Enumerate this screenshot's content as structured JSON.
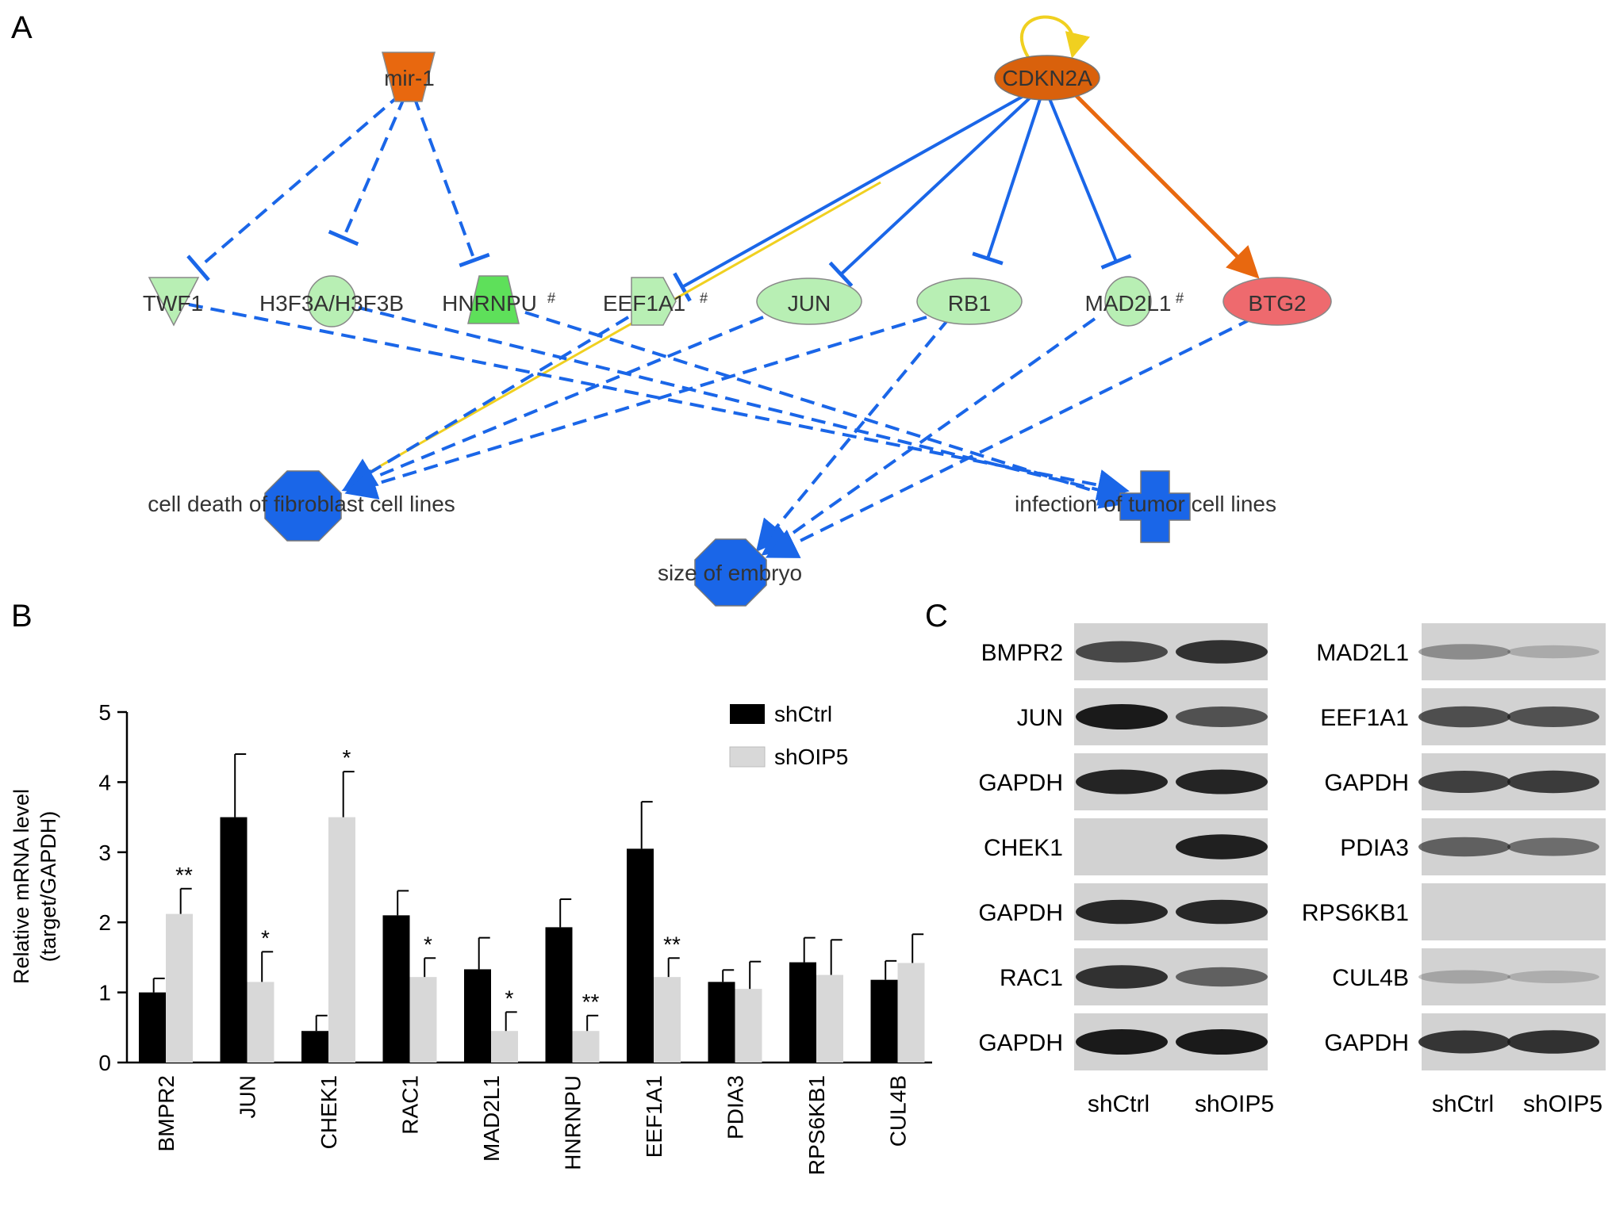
{
  "panels": {
    "A": "A",
    "B": "B",
    "C": "C"
  },
  "network": {
    "nodes": {
      "mir1": "mir-1",
      "cdkn2a": "CDKN2A",
      "twf1": "TWF1",
      "h3f3a": "H3F3A/H3F3B",
      "hnrnpu": "HNRNPU",
      "eef1a1": "EEF1A1",
      "jun": "JUN",
      "rb1": "RB1",
      "mad2l1": "MAD2L1",
      "btg2": "BTG2",
      "cell_death": "cell death of fibroblast cell lines",
      "infection": "infection of tumor cell lines",
      "size_embryo": "size of embryo"
    },
    "mark": "#",
    "colors": {
      "orange": "#e8680f",
      "dark_orange": "#d9610c",
      "light_green": "#b8efb4",
      "bright_green": "#5ee05a",
      "red": "#ee6a6e",
      "blue": "#1a66e8",
      "yellow": "#f0d020"
    }
  },
  "chart_data": {
    "type": "bar",
    "categories": [
      "BMPR2",
      "JUN",
      "CHEK1",
      "RAC1",
      "MAD2L1",
      "HNRNPU",
      "EEF1A1",
      "PDIA3",
      "RPS6KB1",
      "CUL4B"
    ],
    "series": [
      {
        "name": "shCtrl",
        "color": "#000000",
        "values": [
          1.0,
          3.5,
          0.45,
          2.1,
          1.33,
          1.93,
          3.05,
          1.15,
          1.43,
          1.18
        ],
        "errors": [
          0.2,
          0.9,
          0.22,
          0.35,
          0.45,
          0.4,
          0.67,
          0.17,
          0.35,
          0.27
        ]
      },
      {
        "name": "shOIP5",
        "color": "#d8d8d8",
        "values": [
          2.12,
          1.15,
          3.5,
          1.22,
          0.45,
          0.45,
          1.22,
          1.05,
          1.25,
          1.42
        ],
        "errors": [
          0.36,
          0.43,
          0.65,
          0.27,
          0.27,
          0.22,
          0.27,
          0.39,
          0.5,
          0.41
        ]
      }
    ],
    "significance": [
      "**",
      "*",
      "*",
      "*",
      "*",
      "**",
      "**",
      "",
      "",
      ""
    ],
    "ylabel_line1": "Relative mRNA level",
    "ylabel_line2": "(target/GAPDH)",
    "yticks": [
      "0",
      "1",
      "2",
      "3",
      "4",
      "5"
    ],
    "ylim": [
      0,
      5
    ],
    "legend": "top-right"
  },
  "blots": {
    "left": {
      "rows": [
        "BMPR2",
        "JUN",
        "GAPDH",
        "CHEK1",
        "GAPDH",
        "RAC1",
        "GAPDH"
      ],
      "lanes": [
        "shCtrl",
        "shOIP5"
      ],
      "intensity": [
        [
          0.75,
          0.88
        ],
        [
          1.0,
          0.7
        ],
        [
          0.95,
          0.95
        ],
        [
          0.0,
          0.97
        ],
        [
          0.93,
          0.93
        ],
        [
          0.88,
          0.62
        ],
        [
          1.0,
          1.0
        ]
      ]
    },
    "right": {
      "rows": [
        "MAD2L1",
        "EEF1A1",
        "GAPDH",
        "PDIA3",
        "RPS6KB1",
        "CUL4B",
        "GAPDH"
      ],
      "lanes": [
        "shCtrl",
        "shOIP5"
      ],
      "intensity": [
        [
          0.38,
          0.22
        ],
        [
          0.72,
          0.7
        ],
        [
          0.8,
          0.82
        ],
        [
          0.62,
          0.55
        ],
        [
          0.0,
          0.0
        ],
        [
          0.25,
          0.2
        ],
        [
          0.85,
          0.88
        ]
      ]
    }
  }
}
